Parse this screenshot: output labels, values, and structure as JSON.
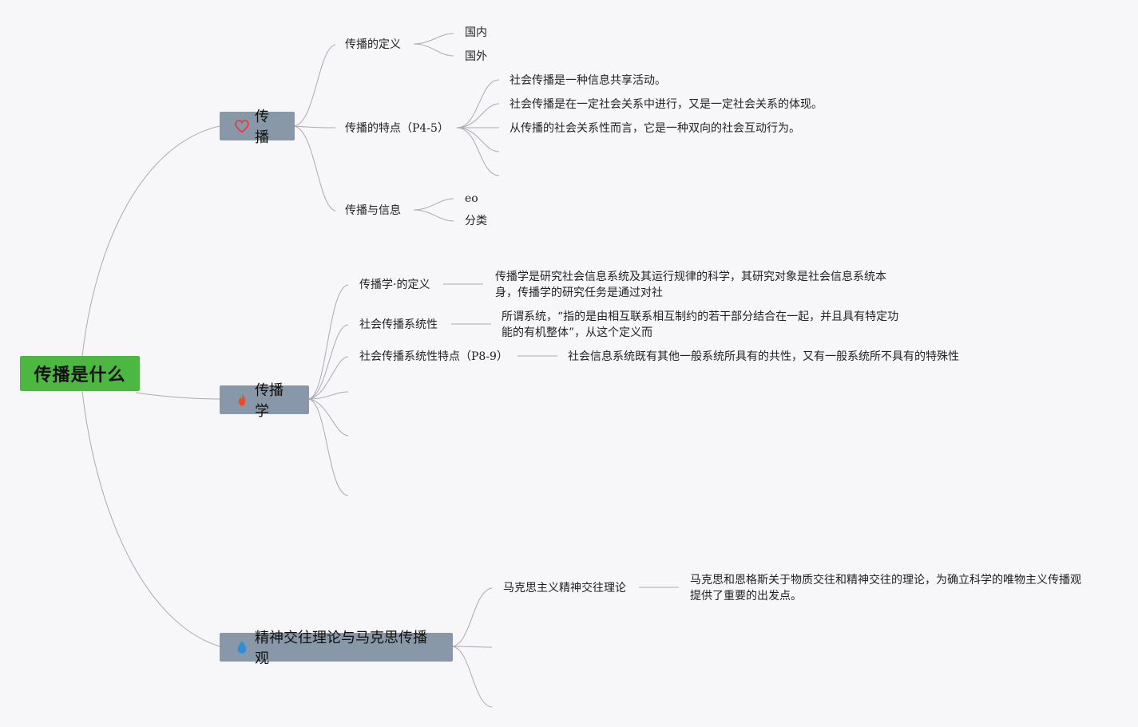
{
  "root": {
    "title": "传播是什么"
  },
  "topics": [
    {
      "title": "传播",
      "icon": "heart-icon",
      "icon_color": "#e53935",
      "subtopics": [
        {
          "title": "传播的定义",
          "children": [
            "国内",
            "国外"
          ]
        },
        {
          "title": "传播的特点（P4-5）",
          "children": [
            "社会传播是一种信息共享活动。",
            "社会传播是在一定社会关系中进行，又是一定社会关系的体现。",
            "从传播的社会关系性而言，它是一种双向的社会互动行为。"
          ]
        },
        {
          "title": "传播与信息",
          "children": [
            "eo",
            "分类"
          ]
        }
      ]
    },
    {
      "title": "传播学",
      "icon": "fire-icon",
      "icon_color": "#f04a1f",
      "subtopics": [
        {
          "title": "传播学·的定义",
          "detail": "传播学是研究社会信息系统及其运行规律的科学，其研究对象是社会信息系统本身，传播学的研究任务是通过对社"
        },
        {
          "title": "社会传播系统性",
          "detail": "所谓系统，“指的是由相互联系相互制约的若干部分结合在一起，并且具有特定功能的有机整体”，从这个定义而"
        },
        {
          "title": "社会传播系统性特点（P8-9）",
          "detail": "社会信息系统既有其他一般系统所具有的共性，又有一般系统所不具有的特殊性"
        }
      ]
    },
    {
      "title": "精神交往理论与马克思传播观",
      "icon": "water-drop-icon",
      "icon_color": "#2d8fd8",
      "subtopics": [
        {
          "title": "马克思主义精神交往理论",
          "detail": "马克思和恩格斯关于物质交往和精神交往的理论，为确立科学的唯物主义传播观提供了重要的出发点。"
        }
      ]
    }
  ],
  "colors": {
    "root_fill": "#4cb842",
    "topic_fill": "#8898a8",
    "connector": "#a9aab4",
    "background": "#f7f7f9"
  }
}
